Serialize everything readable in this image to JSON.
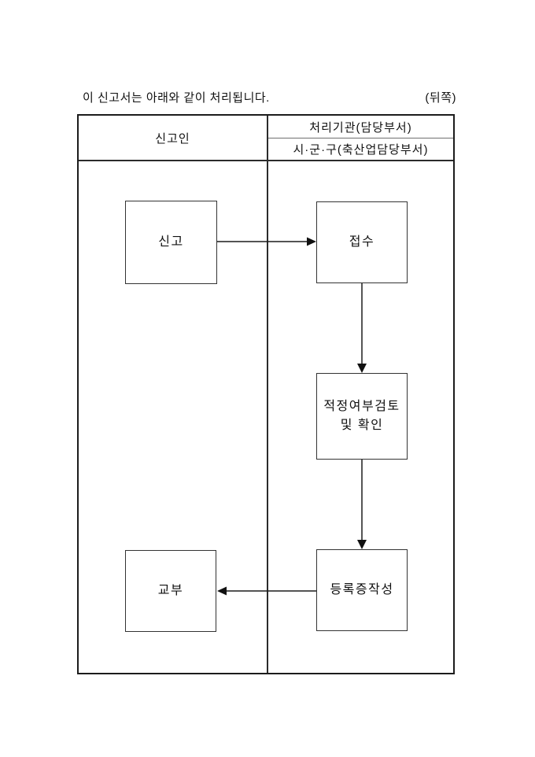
{
  "intro": {
    "text": "이 신고서는 아래와 같이 처리됩니다.",
    "back_label": "(뒤쪽)"
  },
  "table": {
    "left_header": "신고인",
    "right_header_top": "처리기관(담당부서)",
    "right_header_bottom": "시·군·구(축산업담당부서)"
  },
  "flow": {
    "report": "신고",
    "receipt": "접수",
    "review_line1": "적정여부검토",
    "review_line2": "및 확인",
    "certificate": "등록증작성",
    "issue": "교부"
  },
  "colors": {
    "line": "#1c1c1c",
    "background": "#ffffff",
    "text": "#111111"
  }
}
